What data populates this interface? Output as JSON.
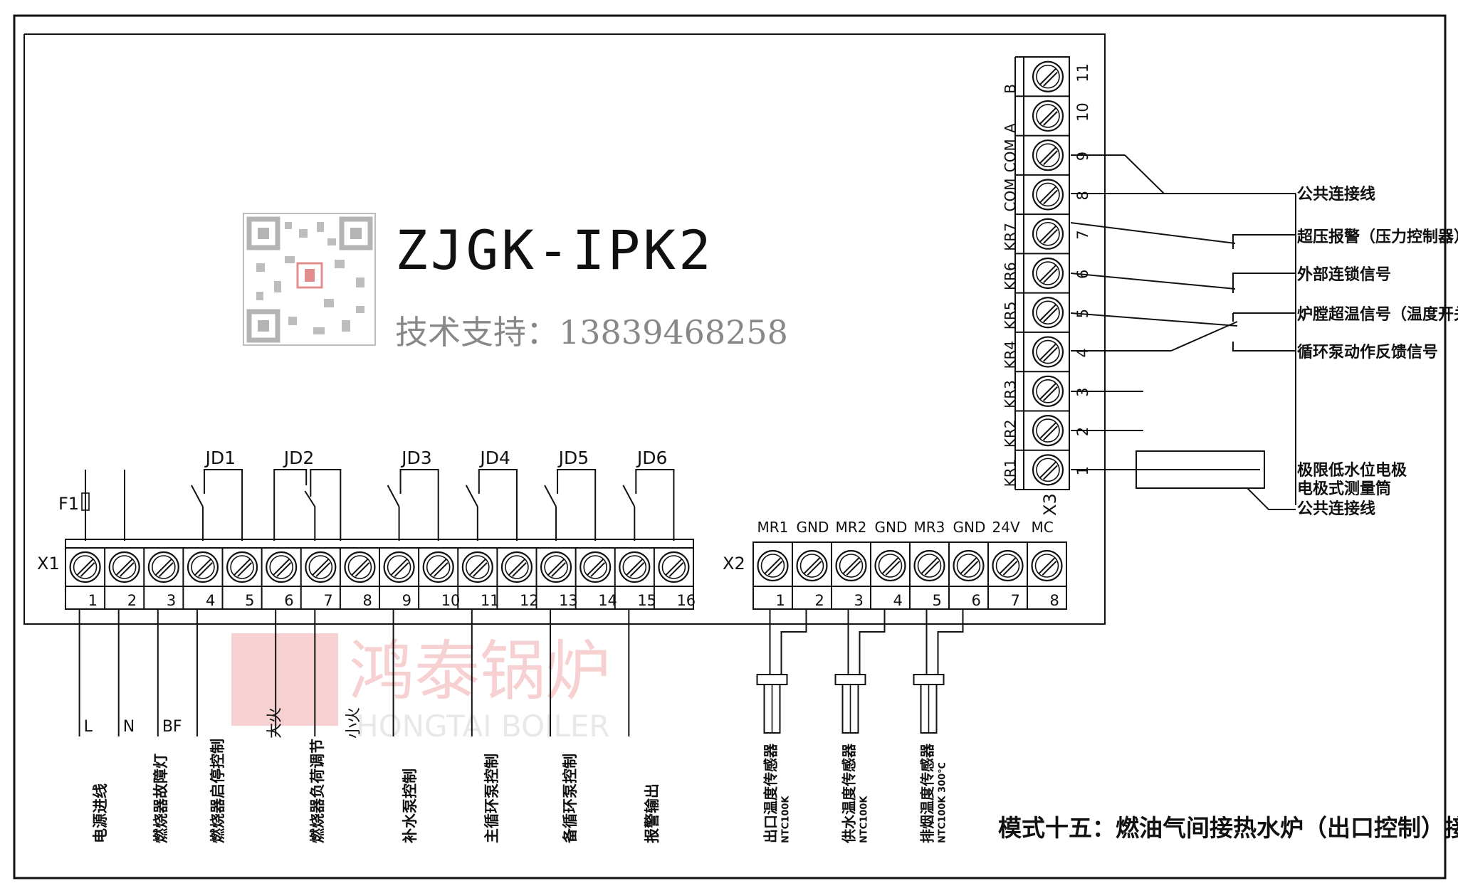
{
  "model": "ZJGK-IPK2",
  "support": "技术支持：13839468258",
  "diagram_title": "模式十五：燃油气间接热水炉（出口控制）接线图",
  "watermark": {
    "name": "鸿泰锅炉",
    "sub": "HONGTAI BOILER"
  },
  "fuse": "F1",
  "x1": {
    "label": "X1",
    "numbers": [
      "1",
      "2",
      "3",
      "4",
      "5",
      "6",
      "7",
      "8",
      "9",
      "10",
      "11",
      "12",
      "13",
      "14",
      "15",
      "16"
    ],
    "relays": [
      "JD1",
      "JD2",
      "JD3",
      "JD4",
      "JD5",
      "JD6"
    ],
    "wire_marks": [
      "L",
      "N",
      "BF",
      "大火",
      "小火"
    ],
    "functions": [
      "电源进线",
      "燃烧器故障灯",
      "燃烧器启停控制",
      "燃烧器负荷调节",
      "补水泵控制",
      "主循环泵控制",
      "备循环泵控制",
      "报警输出"
    ]
  },
  "x2": {
    "label": "X2",
    "headers": [
      "MR1",
      "GND",
      "MR2",
      "GND",
      "MR3",
      "GND",
      "24V",
      "MC"
    ],
    "numbers": [
      "1",
      "2",
      "3",
      "4",
      "5",
      "6",
      "7",
      "8"
    ],
    "sensors": [
      {
        "name": "出口温度传感器",
        "spec": "NTC100K"
      },
      {
        "name": "供水温度传感器",
        "spec": "NTC100K"
      },
      {
        "name": "排烟温度传感器",
        "spec": "NTC100K 300℃"
      }
    ]
  },
  "x3": {
    "label": "X3",
    "terminals": [
      "KR1",
      "KR2",
      "KR3",
      "KR4",
      "KR5",
      "KR6",
      "KR7",
      "COM",
      "COM",
      "A",
      "B"
    ],
    "numbers": [
      "1",
      "2",
      "3",
      "4",
      "5",
      "6",
      "7",
      "8",
      "9",
      "10",
      "11"
    ],
    "signals": [
      "公共连接线",
      "超压报警（压力控制器）",
      "外部连锁信号",
      "炉膛超温信号（温度开关）",
      "循环泵动作反馈信号",
      "极限低水位电极",
      "电极式测量筒",
      "公共连接线"
    ]
  }
}
